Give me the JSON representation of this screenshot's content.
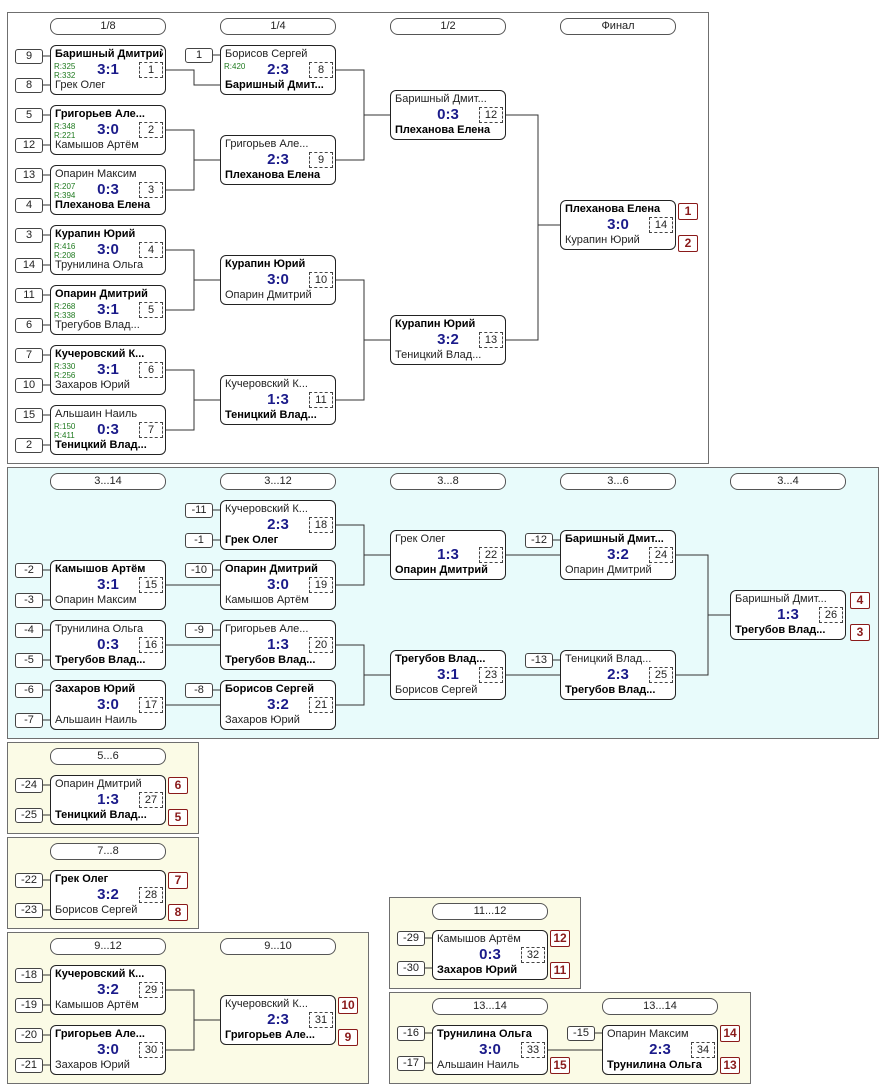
{
  "colors": {
    "main_bg": "#ffffff",
    "consolation_bg": "#e8fbfb",
    "placement_bg": "#fbfbe6",
    "score": "#1b1b8a",
    "rating": "#1f7a1f",
    "place": "#8a1a1a"
  },
  "round_headers": [
    "1/8",
    "1/4",
    "1/2",
    "Финал",
    "3...14",
    "3...12",
    "3...8",
    "3...6",
    "3...4",
    "5...6",
    "7...8",
    "9...12",
    "9...10",
    "11...12",
    "13...14",
    "13...14"
  ],
  "seeds": [
    "9",
    "8",
    "5",
    "12",
    "13",
    "4",
    "3",
    "14",
    "11",
    "6",
    "7",
    "10",
    "15",
    "2",
    "1",
    "-11",
    "-1",
    "-12",
    "-2",
    "-3",
    "-10",
    "-4",
    "-5",
    "-9",
    "-13",
    "-6",
    "-7",
    "-8",
    "-24",
    "-25",
    "-22",
    "-23",
    "-18",
    "-19",
    "-20",
    "-21",
    "-29",
    "-30",
    "-16",
    "-17",
    "-15"
  ],
  "places": [
    "1",
    "2",
    "4",
    "3",
    "6",
    "5",
    "7",
    "8",
    "10",
    "9",
    "12",
    "11",
    "14",
    "15",
    "13"
  ],
  "matches": [
    {
      "id": "1",
      "p1": "Баришный Дмитрий",
      "p2": "Грек Олег",
      "score": "3:1",
      "winner": 1,
      "r1": "R:325",
      "r2": "R:332"
    },
    {
      "id": "2",
      "p1": "Григорьев Але...",
      "p2": "Камышов Артём",
      "score": "3:0",
      "winner": 1,
      "r1": "R:348",
      "r2": "R:221"
    },
    {
      "id": "3",
      "p1": "Опарин Максим",
      "p2": "Плеханова Елена",
      "score": "0:3",
      "winner": 2,
      "r1": "R:207",
      "r2": "R:394"
    },
    {
      "id": "4",
      "p1": "Курапин Юрий",
      "p2": "Трунилина Ольга",
      "score": "3:0",
      "winner": 1,
      "r1": "R:416",
      "r2": "R:208"
    },
    {
      "id": "5",
      "p1": "Опарин Дмитрий",
      "p2": "Трегубов Влад...",
      "score": "3:1",
      "winner": 1,
      "r1": "R:268",
      "r2": "R:338"
    },
    {
      "id": "6",
      "p1": "Кучеровский К...",
      "p2": "Захаров Юрий",
      "score": "3:1",
      "winner": 1,
      "r1": "R:330",
      "r2": "R:256"
    },
    {
      "id": "7",
      "p1": "Альшаин Наиль",
      "p2": "Теницкий Влад...",
      "score": "0:3",
      "winner": 2,
      "r1": "R:150",
      "r2": "R:411"
    },
    {
      "id": "8",
      "p1": "Борисов Сергей",
      "p2": "Баришный Дмит...",
      "score": "2:3",
      "winner": 2,
      "r1": "R:420",
      "r2": ""
    },
    {
      "id": "9",
      "p1": "Григорьев Але...",
      "p2": "Плеханова Елена",
      "score": "2:3",
      "winner": 2,
      "r1": "",
      "r2": ""
    },
    {
      "id": "10",
      "p1": "Курапин Юрий",
      "p2": "Опарин Дмитрий",
      "score": "3:0",
      "winner": 1,
      "r1": "",
      "r2": ""
    },
    {
      "id": "11",
      "p1": "Кучеровский К...",
      "p2": "Теницкий Влад...",
      "score": "1:3",
      "winner": 2,
      "r1": "",
      "r2": ""
    },
    {
      "id": "12",
      "p1": "Баришный Дмит...",
      "p2": "Плеханова Елена",
      "score": "0:3",
      "winner": 2,
      "r1": "",
      "r2": ""
    },
    {
      "id": "13",
      "p1": "Курапин Юрий",
      "p2": "Теницкий Влад...",
      "score": "3:2",
      "winner": 1,
      "r1": "",
      "r2": ""
    },
    {
      "id": "14",
      "p1": "Плеханова Елена",
      "p2": "Курапин Юрий",
      "score": "3:0",
      "winner": 1,
      "r1": "",
      "r2": ""
    },
    {
      "id": "15",
      "p1": "Камышов Артём",
      "p2": "Опарин Максим",
      "score": "3:1",
      "winner": 1,
      "r1": "",
      "r2": ""
    },
    {
      "id": "16",
      "p1": "Трунилина Ольга",
      "p2": "Трегубов Влад...",
      "score": "0:3",
      "winner": 2,
      "r1": "",
      "r2": ""
    },
    {
      "id": "17",
      "p1": "Захаров Юрий",
      "p2": "Альшаин Наиль",
      "score": "3:0",
      "winner": 1,
      "r1": "",
      "r2": ""
    },
    {
      "id": "18",
      "p1": "Кучеровский К...",
      "p2": "Грек Олег",
      "score": "2:3",
      "winner": 2,
      "r1": "",
      "r2": ""
    },
    {
      "id": "19",
      "p1": "Опарин Дмитрий",
      "p2": "Камышов Артём",
      "score": "3:0",
      "winner": 1,
      "r1": "",
      "r2": ""
    },
    {
      "id": "20",
      "p1": "Григорьев Але...",
      "p2": "Трегубов Влад...",
      "score": "1:3",
      "winner": 2,
      "r1": "",
      "r2": ""
    },
    {
      "id": "21",
      "p1": "Борисов Сергей",
      "p2": "Захаров Юрий",
      "score": "3:2",
      "winner": 1,
      "r1": "",
      "r2": ""
    },
    {
      "id": "22",
      "p1": "Грек Олег",
      "p2": "Опарин Дмитрий",
      "score": "1:3",
      "winner": 2,
      "r1": "",
      "r2": ""
    },
    {
      "id": "23",
      "p1": "Трегубов Влад...",
      "p2": "Борисов Сергей",
      "score": "3:1",
      "winner": 1,
      "r1": "",
      "r2": ""
    },
    {
      "id": "24",
      "p1": "Баришный Дмит...",
      "p2": "Опарин Дмитрий",
      "score": "3:2",
      "winner": 1,
      "r1": "",
      "r2": ""
    },
    {
      "id": "25",
      "p1": "Теницкий Влад...",
      "p2": "Трегубов Влад...",
      "score": "2:3",
      "winner": 2,
      "r1": "",
      "r2": ""
    },
    {
      "id": "26",
      "p1": "Баришный Дмит...",
      "p2": "Трегубов Влад...",
      "score": "1:3",
      "winner": 2,
      "r1": "",
      "r2": ""
    },
    {
      "id": "27",
      "p1": "Опарин Дмитрий",
      "p2": "Теницкий Влад...",
      "score": "1:3",
      "winner": 2,
      "r1": "",
      "r2": ""
    },
    {
      "id": "28",
      "p1": "Грек Олег",
      "p2": "Борисов Сергей",
      "score": "3:2",
      "winner": 1,
      "r1": "",
      "r2": ""
    },
    {
      "id": "29",
      "p1": "Кучеровский К...",
      "p2": "Камышов Артём",
      "score": "3:2",
      "winner": 1,
      "r1": "",
      "r2": ""
    },
    {
      "id": "30",
      "p1": "Григорьев Але...",
      "p2": "Захаров Юрий",
      "score": "3:0",
      "winner": 1,
      "r1": "",
      "r2": ""
    },
    {
      "id": "31",
      "p1": "Кучеровский К...",
      "p2": "Григорьев Але...",
      "score": "2:3",
      "winner": 2,
      "r1": "",
      "r2": ""
    },
    {
      "id": "32",
      "p1": "Камышов Артём",
      "p2": "Захаров Юрий",
      "score": "0:3",
      "winner": 2,
      "r1": "",
      "r2": ""
    },
    {
      "id": "33",
      "p1": "Трунилина Ольга",
      "p2": "Альшаин Наиль",
      "score": "3:0",
      "winner": 1,
      "r1": "",
      "r2": ""
    },
    {
      "id": "34",
      "p1": "Опарин Максим",
      "p2": "Трунилина Ольга",
      "score": "2:3",
      "winner": 2,
      "r1": "",
      "r2": ""
    }
  ]
}
